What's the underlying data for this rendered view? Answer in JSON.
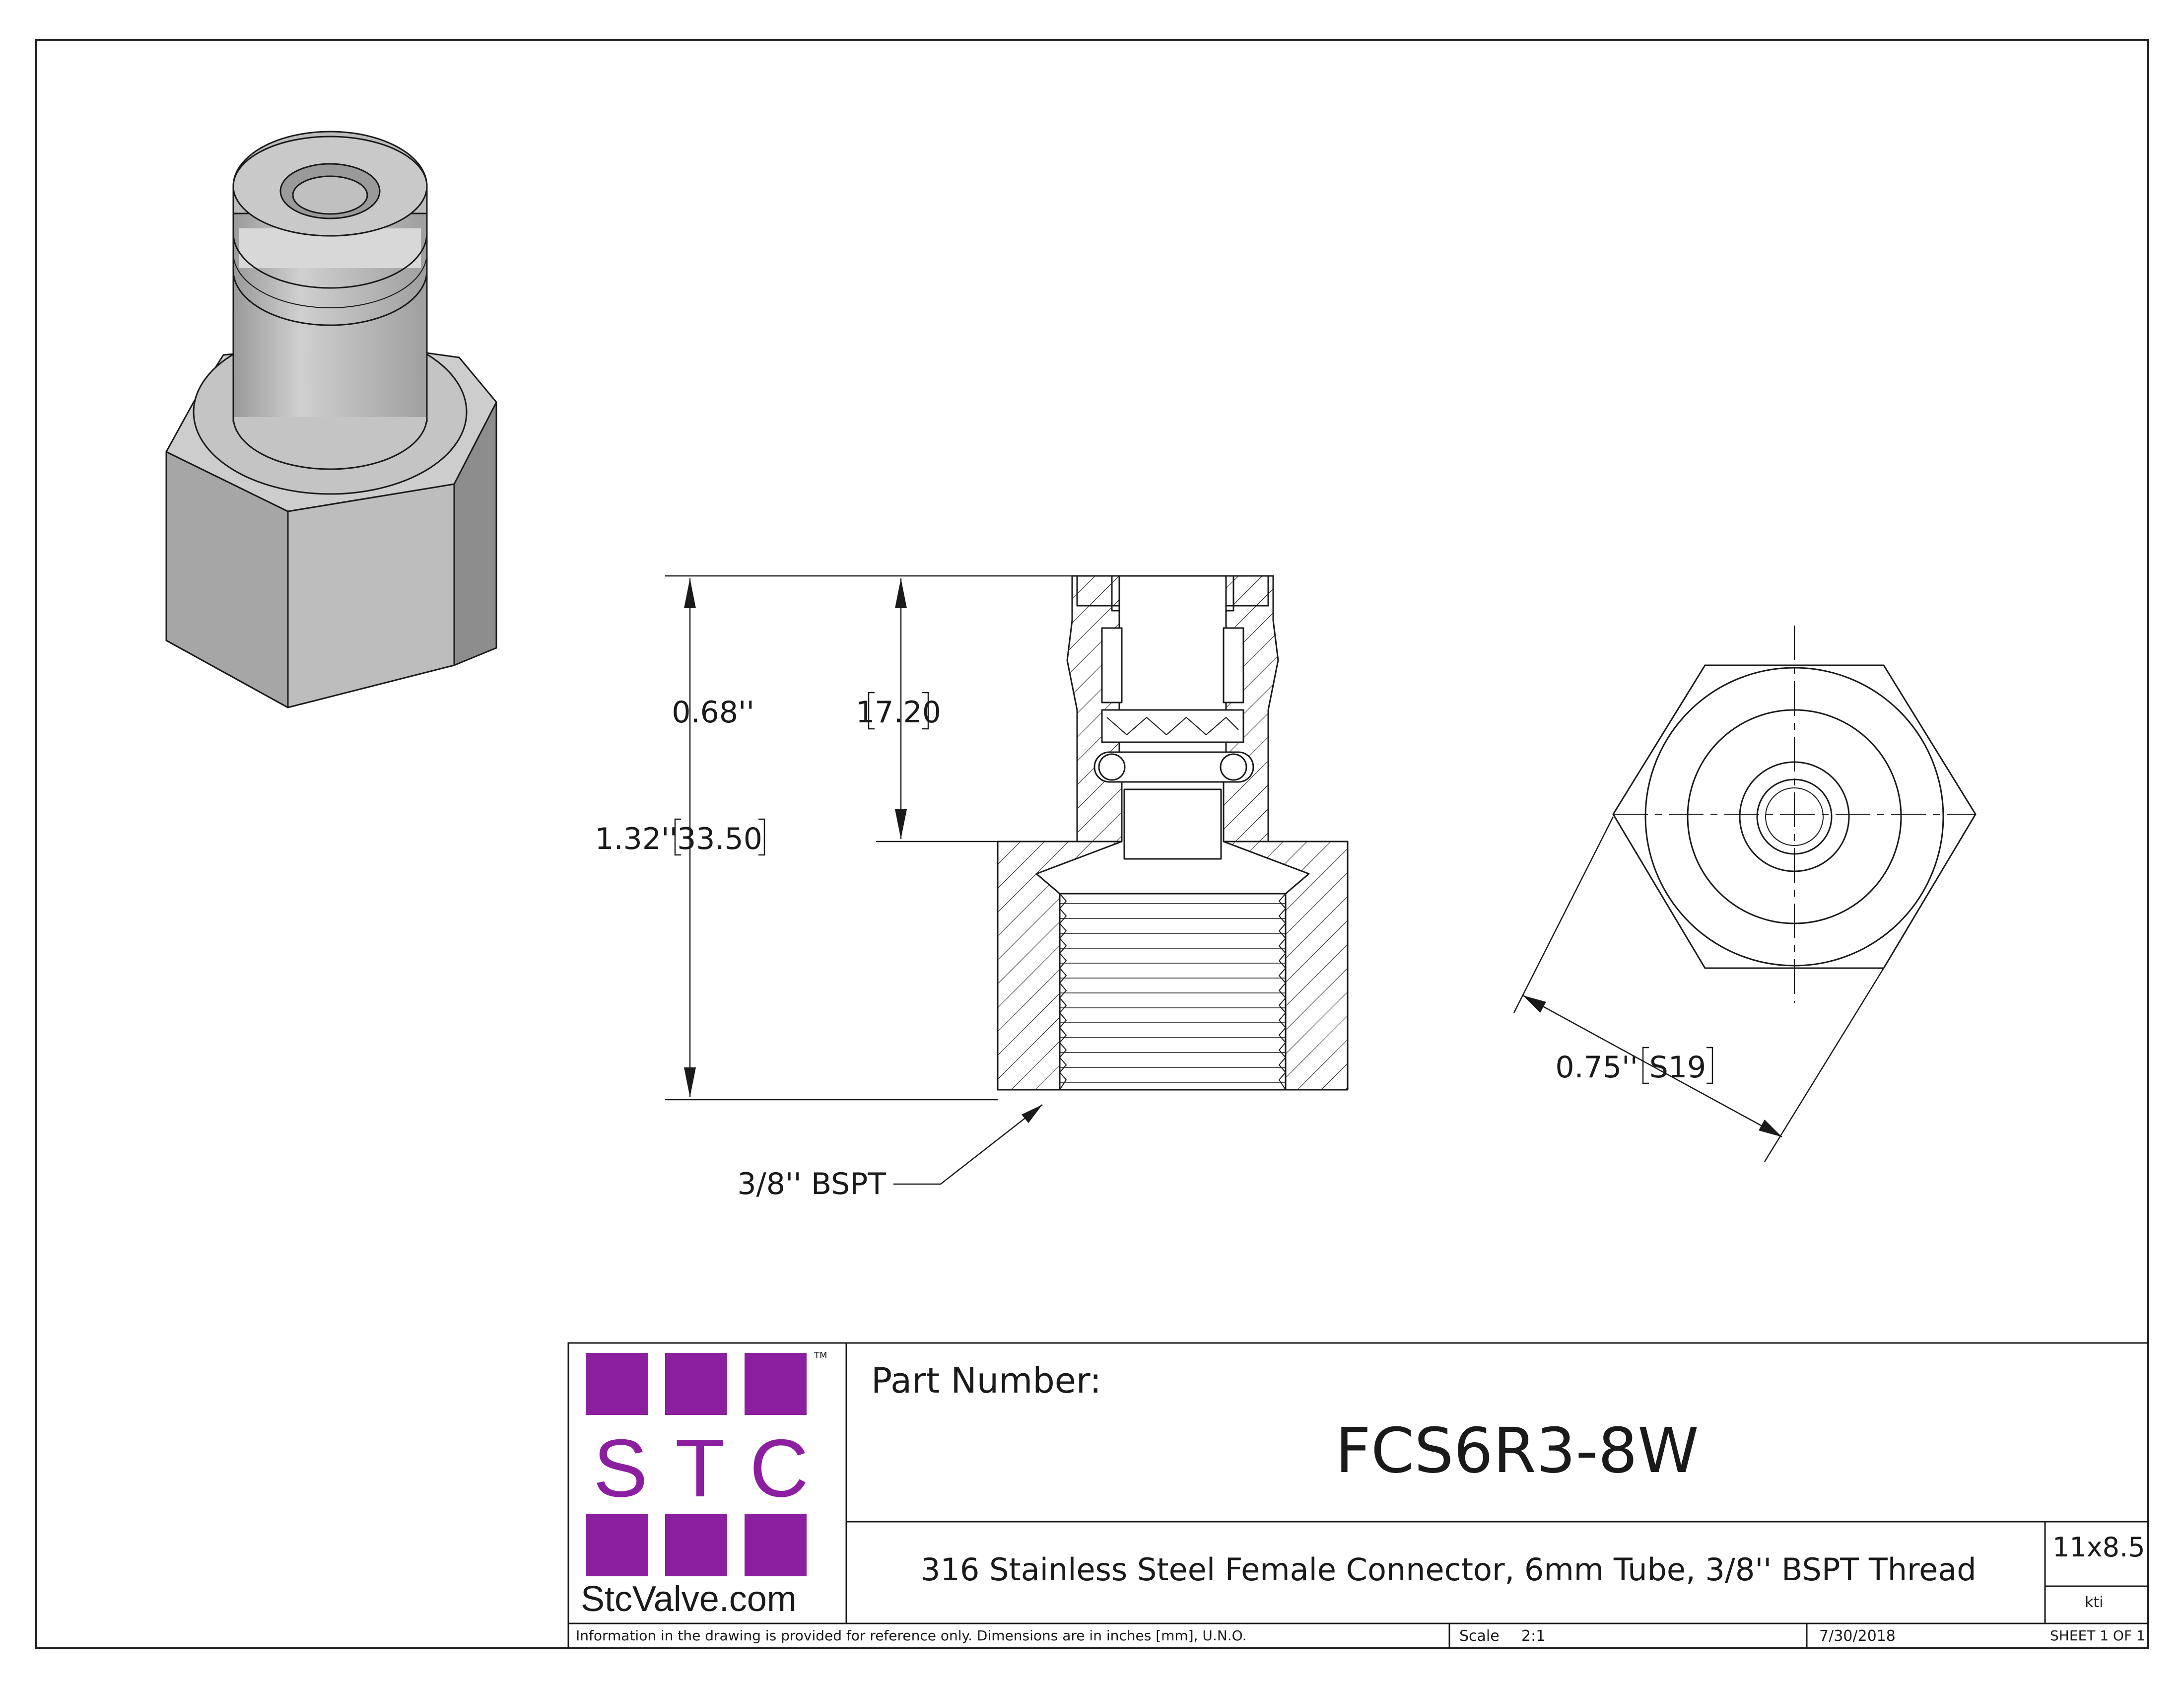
{
  "dimensions": {
    "overall_height": "1.32''",
    "overall_height_mm": "33.50",
    "upper_height": "0.68''",
    "upper_height_mm": "17.20",
    "hex_across_flats": "0.75''",
    "hex_across_flats_mm": "S19",
    "thread_callout": "3/8'' BSPT"
  },
  "logo": {
    "letters": [
      "S",
      "T",
      "C"
    ],
    "tm": "TM",
    "website": "StcValve.com",
    "brand_color": "#8b1fa0"
  },
  "title_block": {
    "part_number_label": "Part Number:",
    "part_number": "FCS6R3-8W",
    "description": "316 Stainless Steel Female Connector, 6mm Tube, 3/8'' BSPT Thread",
    "size": "11x8.5",
    "drawn_by": "kti",
    "disclaimer": "Information in the drawing is provided for reference only. Dimensions are in inches [mm], U.N.O.",
    "scale_label": "Scale",
    "scale_value": "2:1",
    "date": "7/30/2018",
    "sheet": "SHEET 1 OF 1"
  },
  "colors": {
    "line": "#1a1a1a",
    "metal_light": "#c8c8c8",
    "metal_mid": "#a9a9a9",
    "metal_dark": "#8a8a8a"
  }
}
